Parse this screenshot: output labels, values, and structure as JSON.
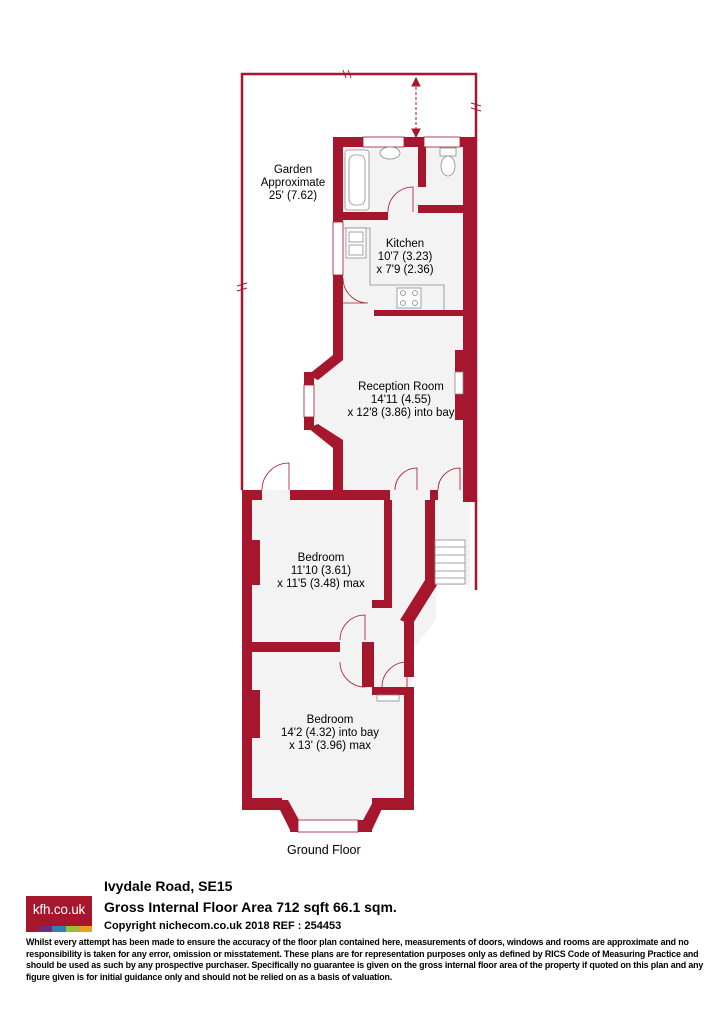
{
  "rooms": {
    "garden": {
      "name": "Garden",
      "line2": "Approximate",
      "line3": "25' (7.62)"
    },
    "kitchen": {
      "name": "Kitchen",
      "line2": "10'7 (3.23)",
      "line3": "x 7'9 (2.36)"
    },
    "reception": {
      "name": "Reception Room",
      "line2": "14'11 (4.55)",
      "line3": "x 12'8 (3.86) into bay"
    },
    "bedroom1": {
      "name": "Bedroom",
      "line2": "11'10 (3.61)",
      "line3": "x 11'5 (3.48) max"
    },
    "bedroom2": {
      "name": "Bedroom",
      "line2": "14'2 (4.32) into bay",
      "line3": "x 13' (3.96) max"
    }
  },
  "floor_label": "Ground Floor",
  "footer": {
    "logo_text": "kfh.co.uk",
    "address": "Ivydale Road, SE15",
    "floor_area": "Gross Internal Floor Area 712 sqft 66.1 sqm.",
    "copyright": "Copyright nichecom.co.uk 2018 REF : 254453",
    "disclaimer": "Whilst every attempt has been made to ensure the accuracy of the floor plan contained here, measurements of doors, windows and rooms are approximate and no responsibility is taken for any error, omission or misstatement.  These plans are for representation purposes only as defined by RICS Code of Measuring Practice and should be used as such by any prospective purchaser.  Specifically no guarantee is given on the gross internal floor area of the property if quoted on this plan and any figure given is for initial guidance only and should not be relied on as a basis of valuation."
  },
  "colors": {
    "wall": "#a6162d",
    "floor": "#f3f3f3",
    "fixture": "#8a8a8a",
    "logo_red": "#a6162d",
    "logo_bar": [
      "#a6162d",
      "#6b2c7a",
      "#2f7fb8",
      "#9dbb3a",
      "#e8a21e"
    ]
  }
}
